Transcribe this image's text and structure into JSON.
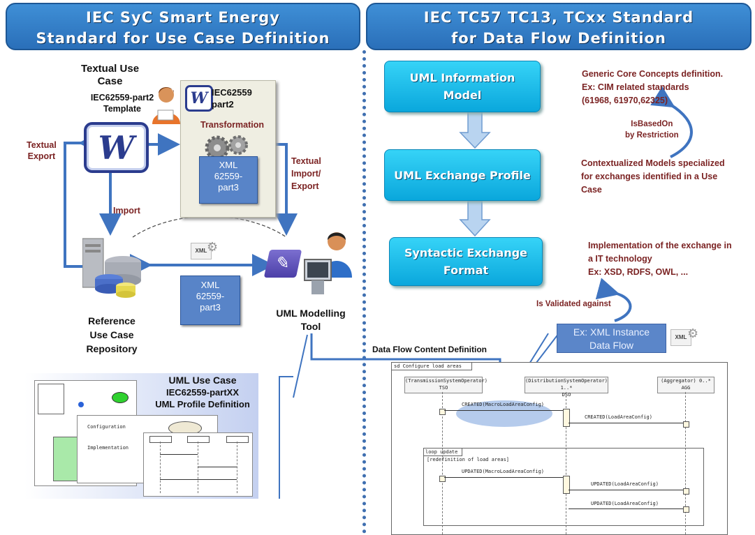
{
  "left_banner": {
    "line1": "IEC SyC Smart Energy",
    "line2": "Standard for Use Case Definition"
  },
  "right_banner": {
    "line1": "IEC TC57 TC13, TCxx Standard",
    "line2": "for Data Flow Definition"
  },
  "textual_use_case": {
    "line1": "Textual Use",
    "line2": "Case",
    "line3": "IEC62559-part2",
    "line4": "Template"
  },
  "transformation_doc": {
    "title_line1": "IEC62559",
    "title_line2": "part2",
    "label": "Transformation",
    "xml_line1": "XML",
    "xml_line2": "62559-",
    "xml_line3": "part3"
  },
  "labels": {
    "textual_export_1": "Textual",
    "textual_export_2": "Export",
    "import": "Import",
    "textual_import_1": "Textual",
    "textual_import_2": "Import/",
    "textual_import_3": "Export"
  },
  "xml_badge": "XML",
  "xml_doc2": {
    "line1": "XML",
    "line2": "62559-",
    "line3": "part3"
  },
  "repository": {
    "line1": "Reference",
    "line2": "Use Case",
    "line3": "Repository"
  },
  "uml_tool": {
    "line1": "UML Modelling",
    "line2": "Tool"
  },
  "uml_use_case": {
    "line1": "UML Use Case",
    "line2": "IEC62559-partXX",
    "line3": "UML Profile Definition"
  },
  "boxes": {
    "info_model_1": "UML Information",
    "info_model_2": "Model",
    "exchange_profile": "UML Exchange Profile",
    "syntactic_1": "Syntactic Exchange",
    "syntactic_2": "Format"
  },
  "desc": {
    "info_1": "Generic Core Concepts definition.",
    "info_2": "Ex: CIM related standards",
    "info_3": "(61968, 61970,62325)",
    "based_1": "IsBasedOn",
    "based_2": "by Restriction",
    "ctx_1": "Contextualized Models specialized",
    "ctx_2": "for  exchanges identified in a Use",
    "ctx_3": "Case",
    "impl_1": "Implementation of the exchange in",
    "impl_2": "a IT technology",
    "impl_3": "Ex: XSD, RDFS, OWL, ...",
    "validated": "Is Validated  against"
  },
  "xml_instance": {
    "line1": "Ex: XML Instance",
    "line2": "Data Flow"
  },
  "data_flow_label": "Data Flow Content Definition",
  "sequence": {
    "title": "sd Configure load areas",
    "l1_a": "(TransmissionSystemOperator)",
    "l1_b": "TSO",
    "l2_a": "(DistributionSystemOperator)  1..*",
    "l2_b": "DSO",
    "l3_a": "(Aggregator) 0..*",
    "l3_b": "AGG",
    "m1": "CREATED(MacroLoadAreaConfig)",
    "m2": "CREATED(LoadAreaConfig)",
    "loop": "loop update",
    "guard": "[redefinition of load areas]",
    "m3": "UPDATED(MacroLoadAreaConfig)",
    "m4": "UPDATED(LoadAreaConfig)",
    "m5": "UPDATED(LoadAreaConfig)"
  },
  "mini": {
    "a": "Configuration",
    "b": "Implementation"
  }
}
